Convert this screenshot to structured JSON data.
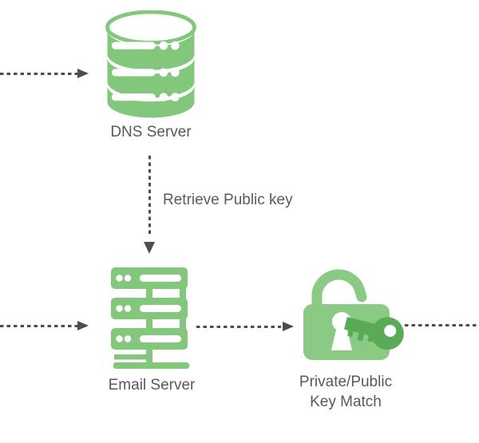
{
  "diagram": {
    "colors": {
      "server_green": "#83c77c",
      "lock_green": "#8bca85",
      "key_dark_green": "#5aab58",
      "arrow_gray": "#4c4d4f",
      "label_gray": "#58595b",
      "background": "#ffffff"
    },
    "nodes": {
      "dns": {
        "label": "DNS Server",
        "icon": "database-icon"
      },
      "email": {
        "label": "Email Server",
        "icon": "server-rack-icon"
      },
      "keymatch": {
        "label_line1": "Private/Public",
        "label_line2": "Key Match",
        "icon": "padlock-key-icon"
      }
    },
    "edges": {
      "incoming_to_dns": {
        "style": "dashed",
        "direction": "right",
        "label": ""
      },
      "dns_to_email": {
        "style": "dashed",
        "direction": "down",
        "label": "Retrieve Public key"
      },
      "incoming_to_email": {
        "style": "dashed",
        "direction": "right",
        "label": ""
      },
      "email_to_keymatch": {
        "style": "dashed",
        "direction": "right",
        "label": ""
      },
      "keymatch_outgoing": {
        "style": "dashed",
        "direction": "right",
        "label": ""
      }
    }
  }
}
